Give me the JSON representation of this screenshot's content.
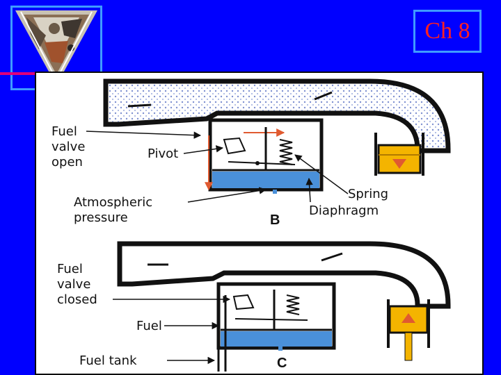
{
  "header": {
    "chapter_label": "Ch 8"
  },
  "diagram_b": {
    "fuel_valve_open": [
      "Fuel",
      "valve",
      "open"
    ],
    "pivot": "Pivot",
    "spring": "Spring",
    "atmospheric_pressure": [
      "Atmospheric",
      "pressure"
    ],
    "diaphragm": "Diaphragm",
    "panel_letter": "B"
  },
  "diagram_c": {
    "fuel_valve_closed": [
      "Fuel",
      "valve",
      "closed"
    ],
    "fuel": "Fuel",
    "fuel_tank": "Fuel tank",
    "panel_letter": "C"
  },
  "colors": {
    "background": "#0000ff",
    "accent_rule": "#e0007a",
    "frame": "#3f9bff",
    "chapter_text": "#ff2020",
    "fuel_blue": "#4a90d9",
    "piston": "#f4b400",
    "arrow_red": "#e05a30"
  }
}
